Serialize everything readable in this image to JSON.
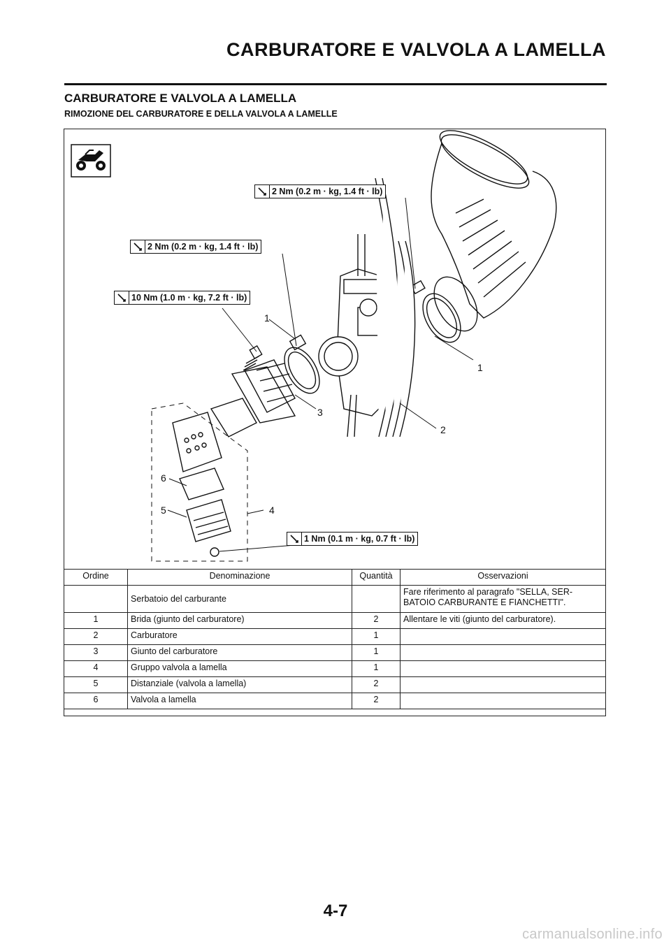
{
  "header": {
    "title": "CARBURATORE E VALVOLA A LAMELLA"
  },
  "section": {
    "title": "CARBURATORE E VALVOLA A LAMELLA",
    "subtitle": "RIMOZIONE DEL CARBURATORE E DELLA VALVOLA A LAMELLE"
  },
  "diagram": {
    "icons": [
      "motorcycle-icon",
      "torque-wrench-icon"
    ],
    "torques": [
      "2 Nm (0.2 m · kg, 1.4 ft · lb)",
      "2 Nm (0.2 m · kg, 1.4 ft · lb)",
      "10 Nm (1.0 m · kg, 7.2 ft · lb)",
      "1 Nm (0.1 m · kg, 0.7 ft · lb)"
    ],
    "callouts": [
      "1",
      "1",
      "3",
      "2",
      "6",
      "5",
      "4"
    ]
  },
  "table": {
    "headers": [
      "Ordine",
      "Denominazione",
      "Quantità",
      "Osservazioni"
    ],
    "rows": [
      {
        "order": "",
        "name": "Serbatoio del carburante",
        "qty": "",
        "notes": "Fare riferimento al paragrafo \"SELLA, SER-BATOIO CARBURANTE E FIANCHETTI\"."
      },
      {
        "order": "1",
        "name": "Brida (giunto del carburatore)",
        "qty": "2",
        "notes": "Allentare le viti (giunto del carburatore)."
      },
      {
        "order": "2",
        "name": "Carburatore",
        "qty": "1",
        "notes": ""
      },
      {
        "order": "3",
        "name": "Giunto del carburatore",
        "qty": "1",
        "notes": ""
      },
      {
        "order": "4",
        "name": "Gruppo valvola a lamella",
        "qty": "1",
        "notes": ""
      },
      {
        "order": "5",
        "name": "Distanziale (valvola a lamella)",
        "qty": "2",
        "notes": ""
      },
      {
        "order": "6",
        "name": "Valvola a lamella",
        "qty": "2",
        "notes": ""
      }
    ]
  },
  "footer": {
    "page_number": "4-7",
    "watermark": "carmanualsonline.info"
  }
}
